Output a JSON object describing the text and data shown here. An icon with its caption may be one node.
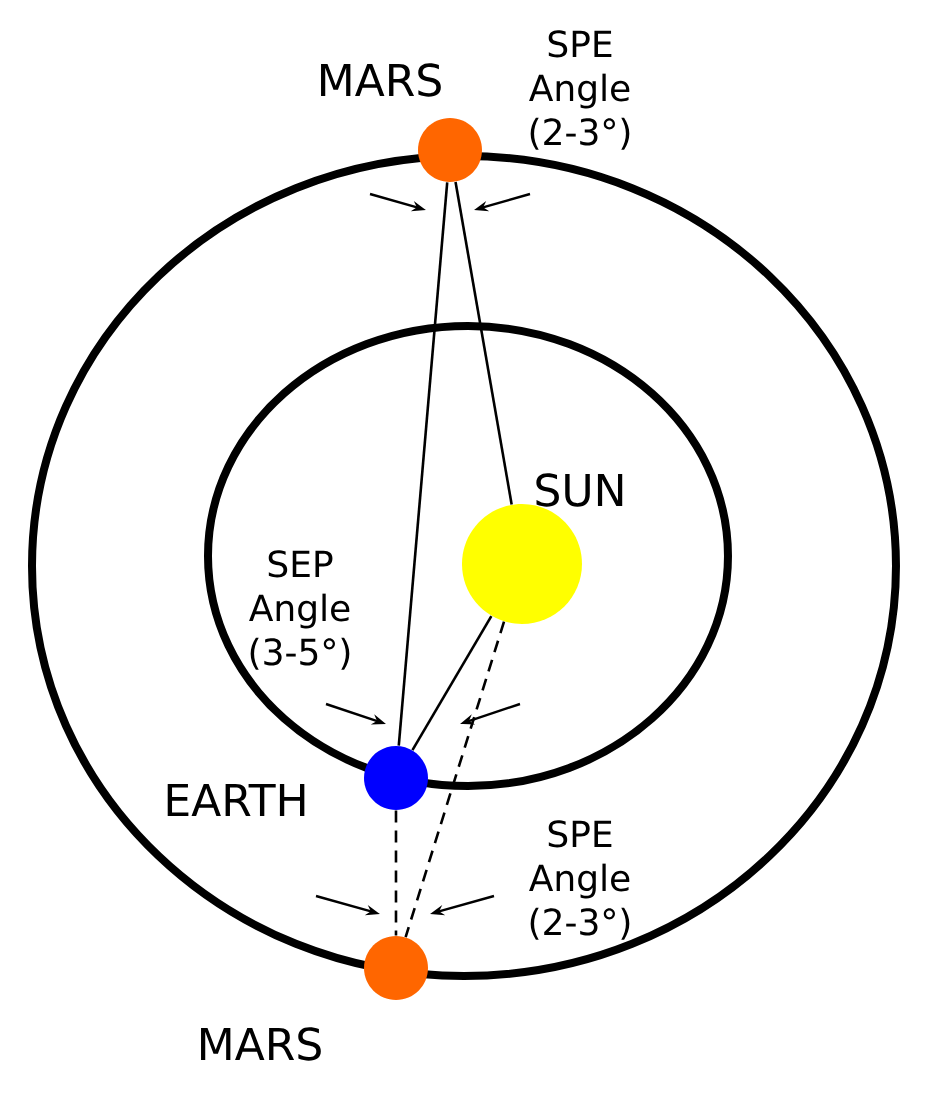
{
  "diagram": {
    "nodes": [
      {
        "text": [],
        "shape": "circle",
        "beside": [
          "MARS"
        ]
      },
      {
        "text": [],
        "shape": "circle",
        "beside": [
          "SUN"
        ]
      },
      {
        "text": [],
        "shape": "circle",
        "beside": [
          "EARTH"
        ]
      },
      {
        "text": [],
        "shape": "circle",
        "beside": [
          "MARS"
        ]
      }
    ],
    "edges": [
      {
        "from": 0,
        "to": 2,
        "arrow": "none"
      },
      {
        "from": 0,
        "to": 1,
        "arrow": "none"
      },
      {
        "from": 2,
        "to": 1,
        "arrow": "none"
      },
      {
        "from": 2,
        "to": 3,
        "arrow": "none",
        "style": "dashed"
      },
      {
        "from": 1,
        "to": 3,
        "arrow": "none",
        "style": "dashed"
      }
    ],
    "labels": [
      "SPE Angle (2-3°)",
      "SEP Angle (3-5°)",
      "SPE Angle (2-3°)"
    ]
  }
}
